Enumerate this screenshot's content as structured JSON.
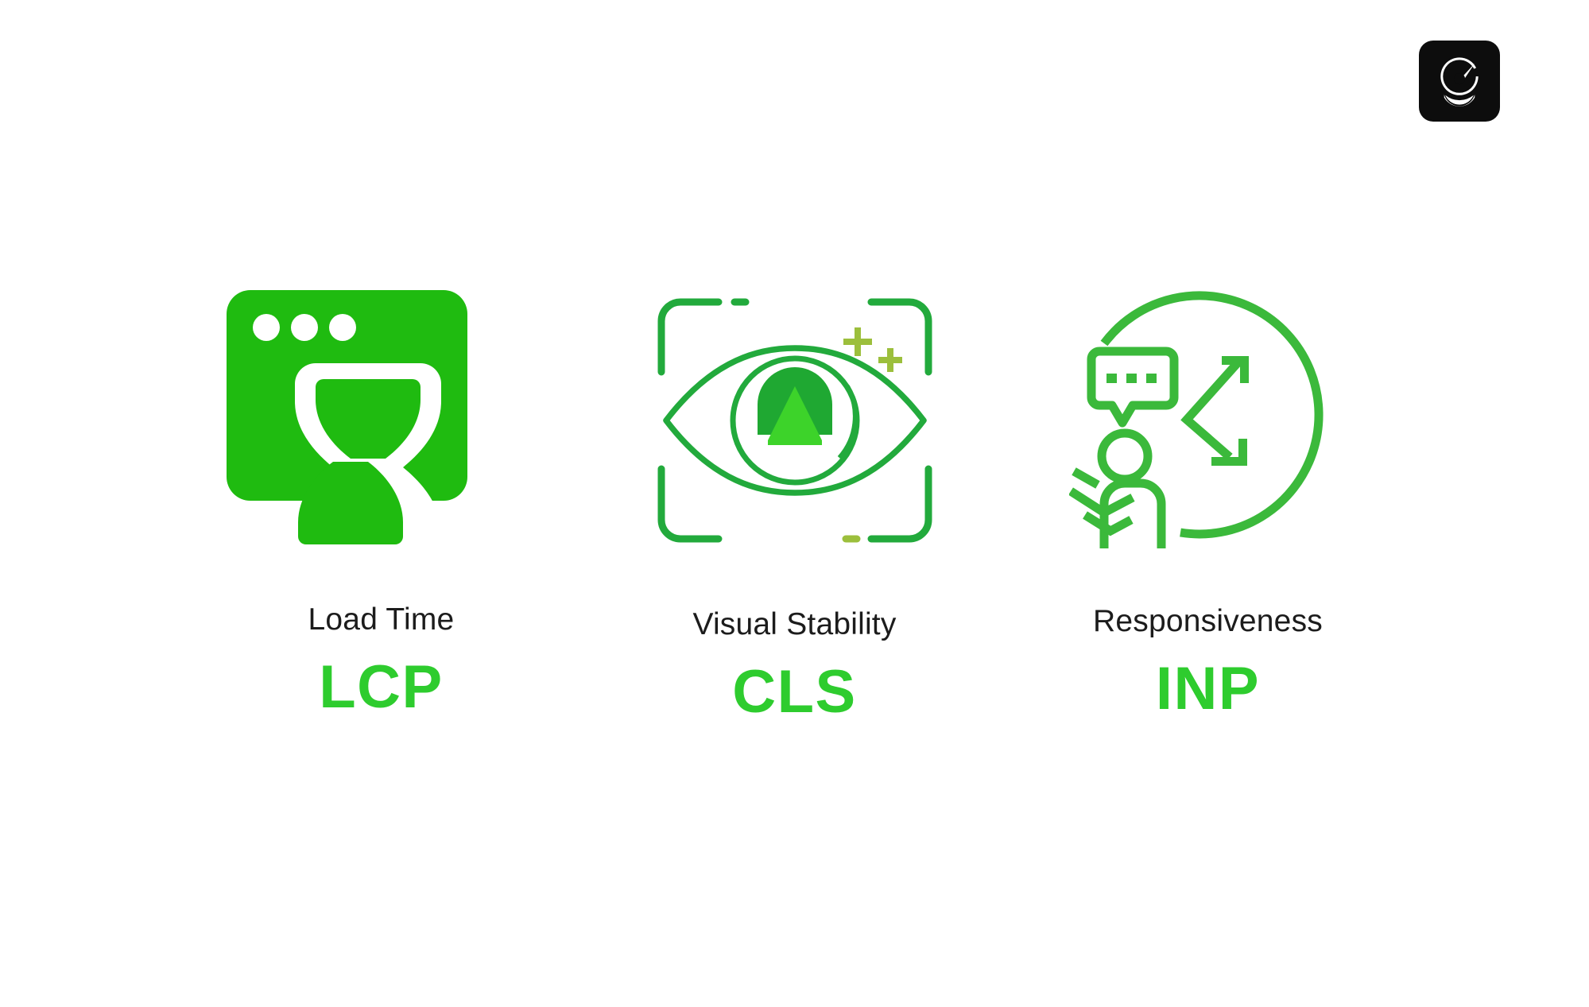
{
  "page": {
    "background_color": "#ffffff",
    "accent_green": "#2ecc2e",
    "icon_green": "#22bb22",
    "solid_green": "#1fbb10",
    "olive_green": "#9cbf3c",
    "text_color": "#1c1c1c",
    "logo_background": "#0d0d0d"
  },
  "brand": {
    "logo_icon": "gtmetrix-gauge-icon",
    "logo_alt": "Speedometer gauge logo"
  },
  "cards": [
    {
      "id": "lcp",
      "icon": "browser-hourglass-icon",
      "title": "Load Time",
      "acronym": "LCP"
    },
    {
      "id": "cls",
      "icon": "eye-in-viewfinder-icon",
      "title": "Visual Stability",
      "acronym": "CLS"
    },
    {
      "id": "inp",
      "icon": "person-speech-bubble-arrows-icon",
      "title": "Responsiveness",
      "acronym": "INP"
    }
  ]
}
